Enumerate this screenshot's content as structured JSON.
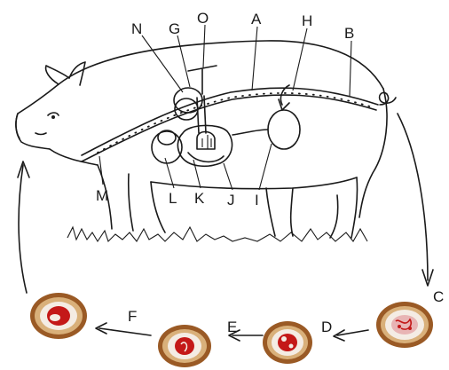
{
  "labels": {
    "N": "N",
    "G": "G",
    "O": "O",
    "A": "A",
    "H": "H",
    "B": "B",
    "M": "M",
    "L": "L",
    "K": "K",
    "J": "J",
    "I": "I",
    "C": "C",
    "D": "D",
    "E": "E",
    "F": "F"
  },
  "colors": {
    "ink": "#1a1a1a",
    "egg_rim": "#9a5a25",
    "egg_shell": "#d9b07a",
    "egg_core": "#c41818"
  },
  "egg_stages": [
    "C",
    "D",
    "E",
    "F"
  ]
}
